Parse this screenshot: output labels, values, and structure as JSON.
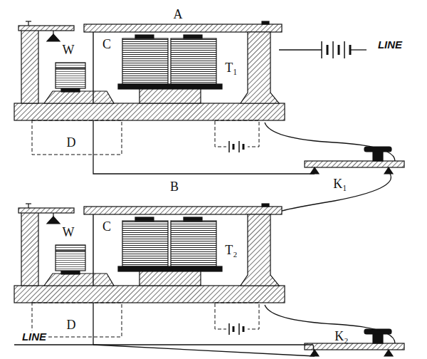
{
  "diagram": {
    "labels": [
      "A",
      "LINE",
      "C",
      "W",
      "T₁",
      "D",
      "K₁",
      "B",
      "C",
      "W",
      "T₂",
      "D",
      "LINE",
      "K₂"
    ]
  }
}
